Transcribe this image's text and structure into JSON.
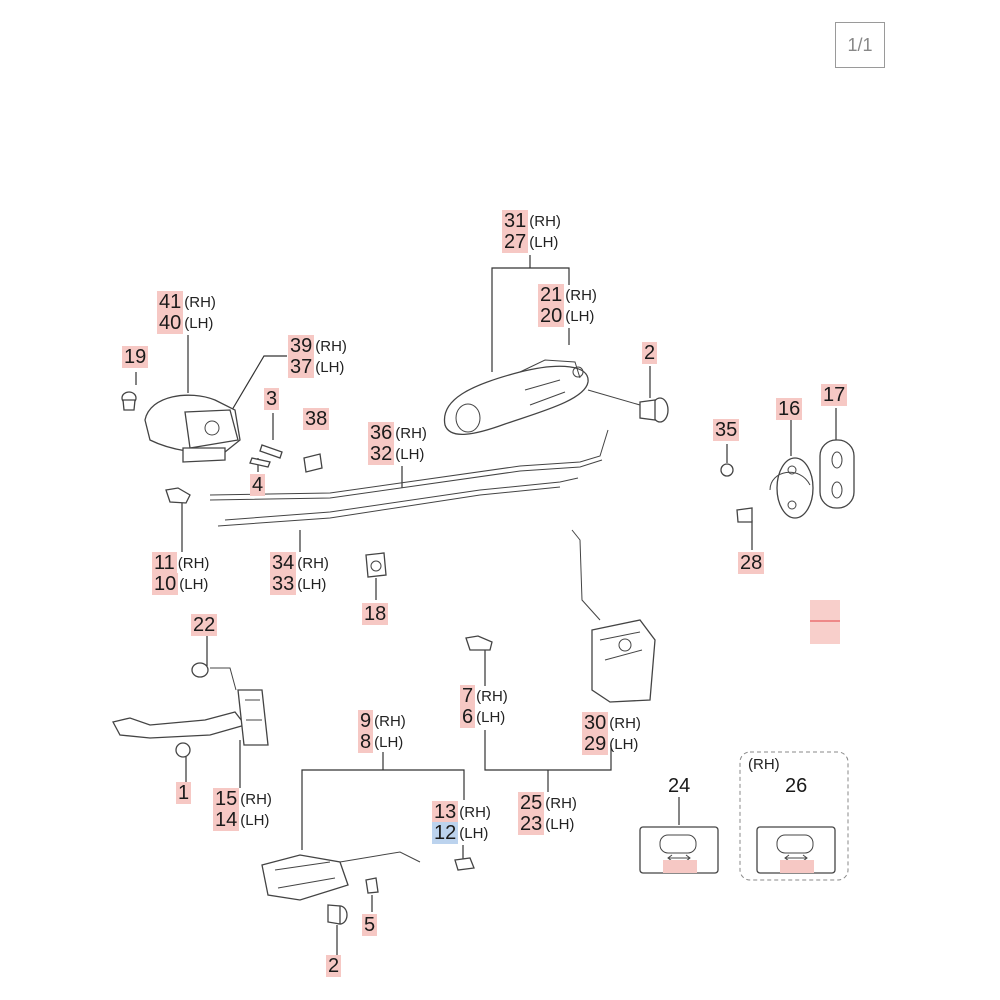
{
  "page_indicator": "1/1",
  "side_labels": {
    "rh": "(RH)",
    "lh": "(LH)"
  },
  "callouts": {
    "c31": "31",
    "c27": "27",
    "c21": "21",
    "c20": "20",
    "c41": "41",
    "c40": "40",
    "c39": "39",
    "c37": "37",
    "c19": "19",
    "c2a": "2",
    "c3": "3",
    "c38": "38",
    "c36": "36",
    "c32": "32",
    "c35": "35",
    "c16": "16",
    "c17": "17",
    "c4": "4",
    "c11": "11",
    "c10": "10",
    "c34": "34",
    "c33": "33",
    "c28": "28",
    "c18": "18",
    "c22": "22",
    "c7": "7",
    "c6": "6",
    "c30": "30",
    "c29": "29",
    "c9": "9",
    "c8": "8",
    "c1": "1",
    "c15": "15",
    "c14": "14",
    "c13": "13",
    "c12": "12",
    "c25": "25",
    "c23": "23",
    "c24": "24",
    "c26": "26",
    "c5": "5",
    "c2b": "2"
  },
  "selected_part": "12"
}
